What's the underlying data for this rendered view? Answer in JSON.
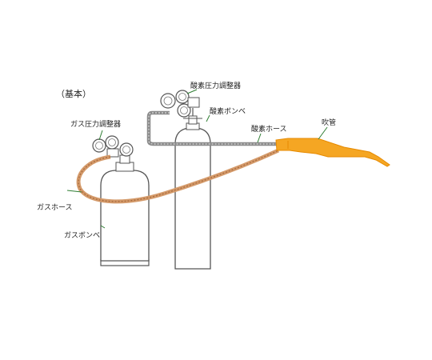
{
  "labels": {
    "title": "（基本）",
    "gas_regulator": "ガス圧力調整器",
    "gas_hose": "ガスホース",
    "gas_cylinder": "ガスボンベ",
    "oxygen_regulator": "酸素圧力調整器",
    "oxygen_cylinder": "酸素ボンベ",
    "oxygen_hose": "酸素ホース",
    "torch": "吹管"
  },
  "colors": {
    "outline": "#555555",
    "oxygen_hose": "#8a8a8a",
    "gas_hose": "#d49a6a",
    "torch": "#f5a623",
    "leader": "#2e7d32"
  }
}
